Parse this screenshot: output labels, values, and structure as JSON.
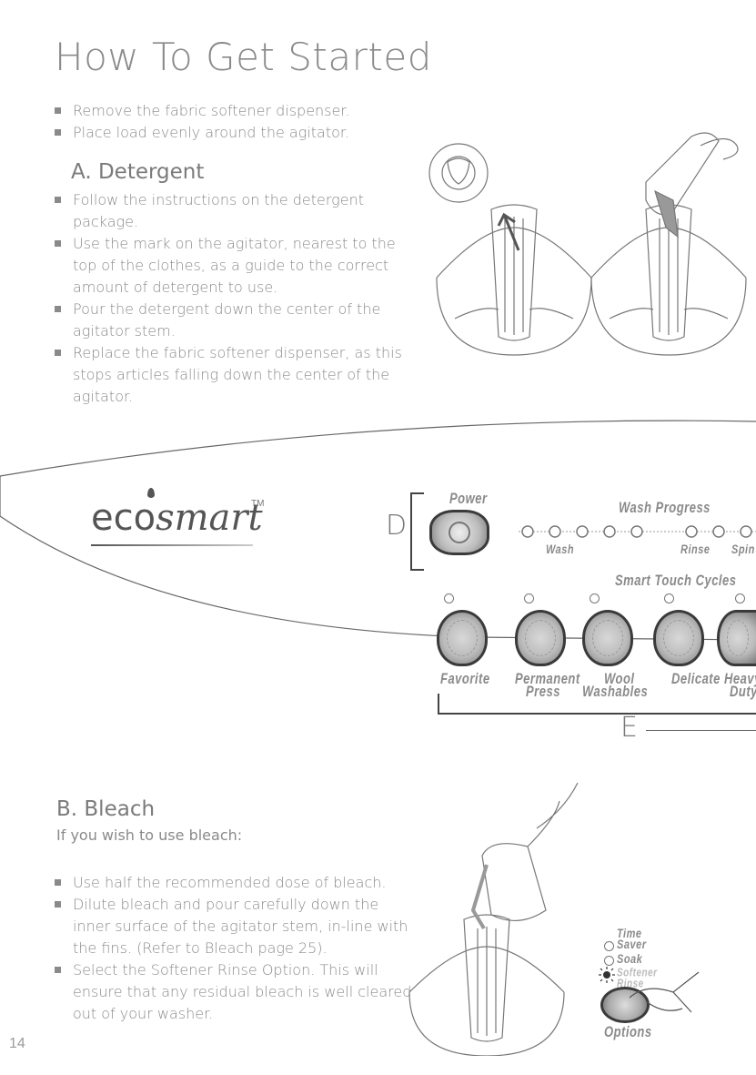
{
  "page": {
    "title": "How To Get Started",
    "page_number": "14"
  },
  "intro_bullets": [
    "Remove the fabric softener dispenser.",
    "Place load evenly around the agitator."
  ],
  "detergent": {
    "heading": "A. Detergent",
    "bullets": [
      "Follow the instructions on the detergent package.",
      "Use the mark on the agitator, nearest to the top of the clothes, as a guide to the correct amount of detergent to use.",
      "Pour the detergent down the center of the agitator stem.",
      "Replace the fabric softener dispenser, as this stops articles falling down the center of the agitator."
    ]
  },
  "control_panel": {
    "brand": "ecosmart",
    "brand_pre": "ec",
    "brand_o": "o",
    "brand_post": "smart",
    "trademark": "TM",
    "callout_d": "D",
    "callout_e": "E",
    "power_label": "Power",
    "wash_progress_label": "Wash Progress",
    "progress_labels": [
      "Wash",
      "Rinse",
      "Spin"
    ],
    "smart_touch_label": "Smart Touch Cycles",
    "cycles": [
      {
        "line1": "Favorite",
        "line2": ""
      },
      {
        "line1": "Permanent",
        "line2": "Press"
      },
      {
        "line1": "Wool",
        "line2": "Washables"
      },
      {
        "line1": "Delicate",
        "line2": ""
      },
      {
        "line1": "Heavy",
        "line2": "Duty"
      }
    ]
  },
  "bleach": {
    "heading": "B. Bleach",
    "intro": "If you wish to use bleach:",
    "bullets": [
      "Use half the recommended dose of bleach.",
      "Dilute bleach and pour carefully down the inner surface of the agitator stem, in-line with the fins. (Refer to Bleach page 25).",
      "Select the Softener Rinse Option. This will ensure that any residual bleach is well cleared out of your washer."
    ]
  },
  "options_panel": {
    "time_saver_line1": "Time",
    "time_saver_line2": "Saver",
    "soak": "Soak",
    "softener_line1": "Softener",
    "softener_line2": "Rinse",
    "options_label": "Options"
  },
  "colors": {
    "text": "#8a8a8a",
    "button_dark": "#3a3a3a",
    "button_light": "#bbbbbb"
  }
}
